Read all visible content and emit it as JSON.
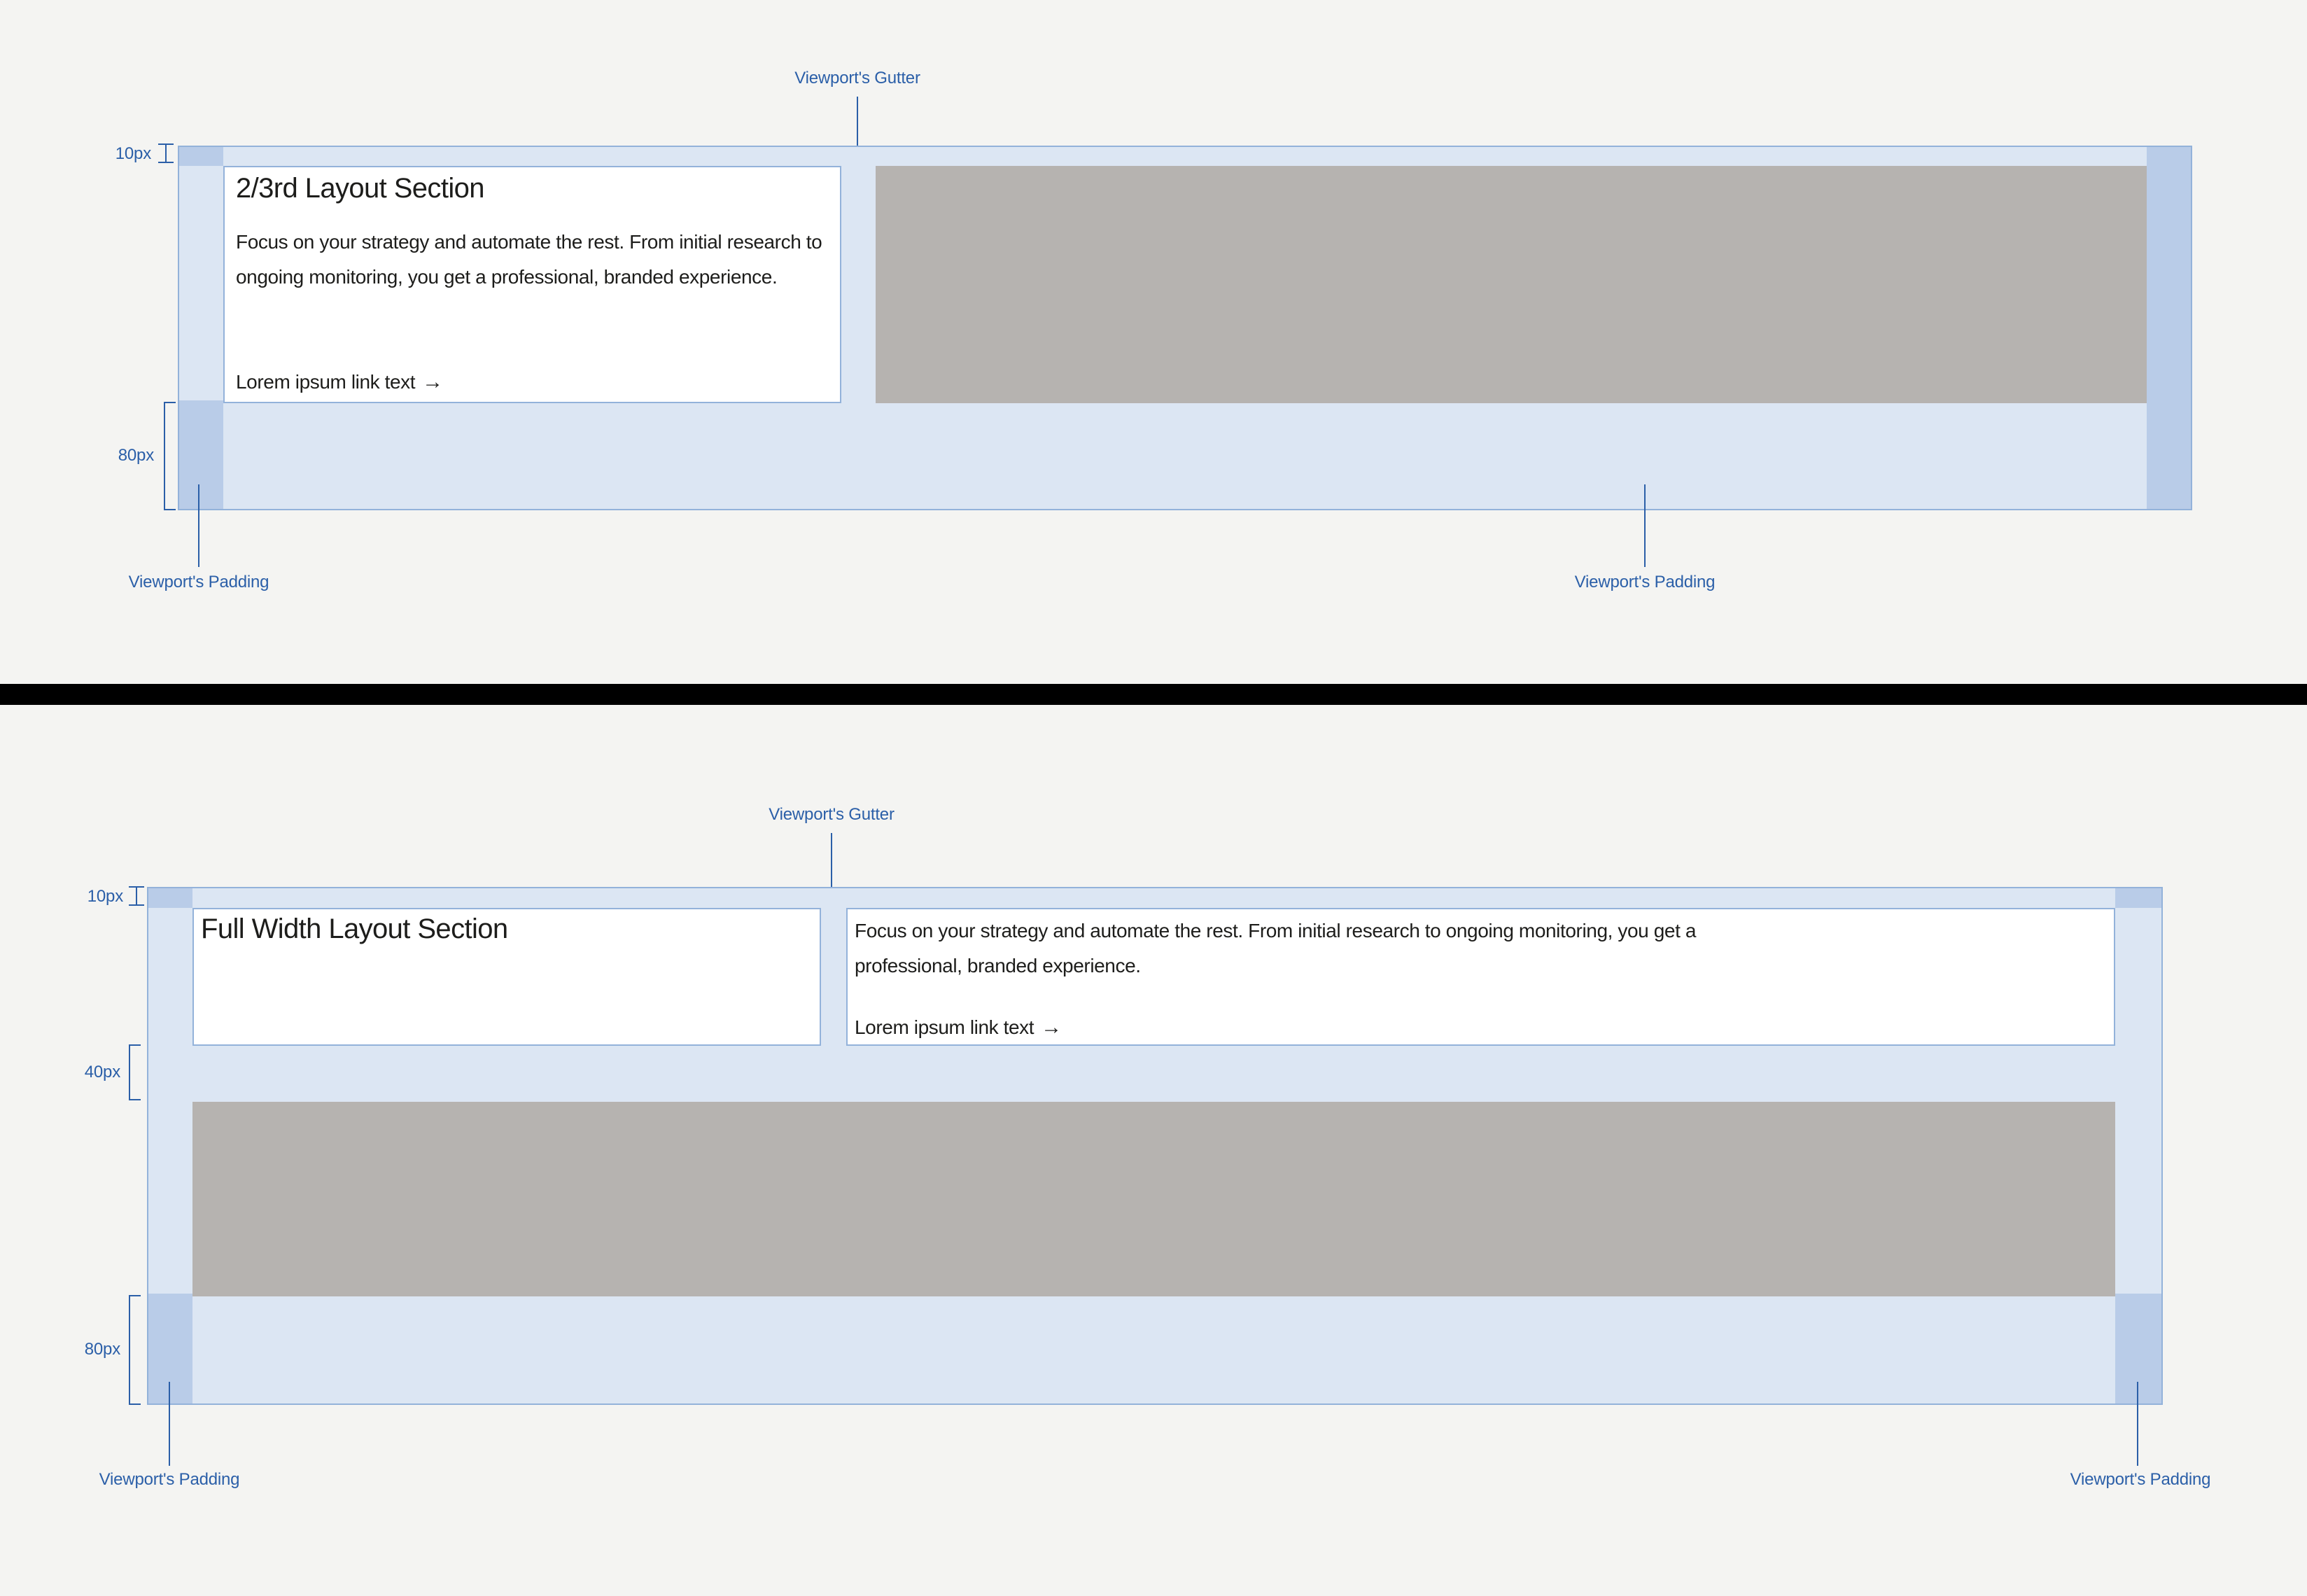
{
  "colors": {
    "background": "#f4f4f2",
    "padding_fill": "#dce6f3",
    "padding_highlight": "#b9cce8",
    "border_blue": "#93b2da",
    "annotation_blue": "#2b5fa8",
    "placeholder_gray": "#b6b3b0",
    "divider_black": "#000000"
  },
  "top_section": {
    "heading": "2/3rd Layout Section",
    "body": "Focus on your strategy and automate the rest. From initial research to ongoing monitoring, you get a professional, branded experience.",
    "link_text": "Lorem ipsum link text",
    "link_arrow": "→",
    "labels": {
      "gutter": "Viewport's Gutter",
      "top_padding": "10px",
      "bottom_padding": "80px",
      "padding_left": "Viewport's Padding",
      "padding_right": "Viewport's Padding"
    }
  },
  "bottom_section": {
    "heading": "Full Width Layout Section",
    "body": "Focus on your strategy and automate the rest. From initial research to ongoing monitoring, you get a professional, branded experience.",
    "link_text": "Lorem ipsum link text",
    "link_arrow": "→",
    "labels": {
      "gutter": "Viewport's Gutter",
      "top_padding": "10px",
      "mid_gap": "40px",
      "bottom_padding": "80px",
      "padding_left": "Viewport's Padding",
      "padding_right": "Viewport's Padding"
    }
  }
}
